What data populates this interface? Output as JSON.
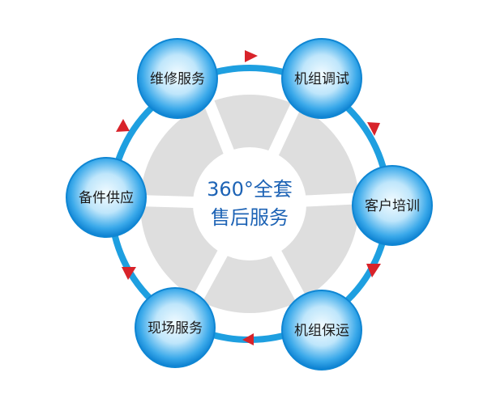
{
  "center": {
    "line1": "360°全套",
    "line2": "售后服务"
  },
  "nodes": [
    {
      "id": "maintenance",
      "label": "维修服务"
    },
    {
      "id": "commissioning",
      "label": "机组调试"
    },
    {
      "id": "training",
      "label": "客户培训"
    },
    {
      "id": "upkeep",
      "label": "机组保运"
    },
    {
      "id": "onsite",
      "label": "现场服务"
    },
    {
      "id": "spares",
      "label": "备件供应"
    }
  ],
  "colors": {
    "ring": "#1e9fe0",
    "arrow": "#d8232a",
    "node_dark": "#0a7fd0",
    "node_light": "#e8f7ff",
    "hub": "#dcdcdc",
    "center_text": "#1d63b5"
  }
}
